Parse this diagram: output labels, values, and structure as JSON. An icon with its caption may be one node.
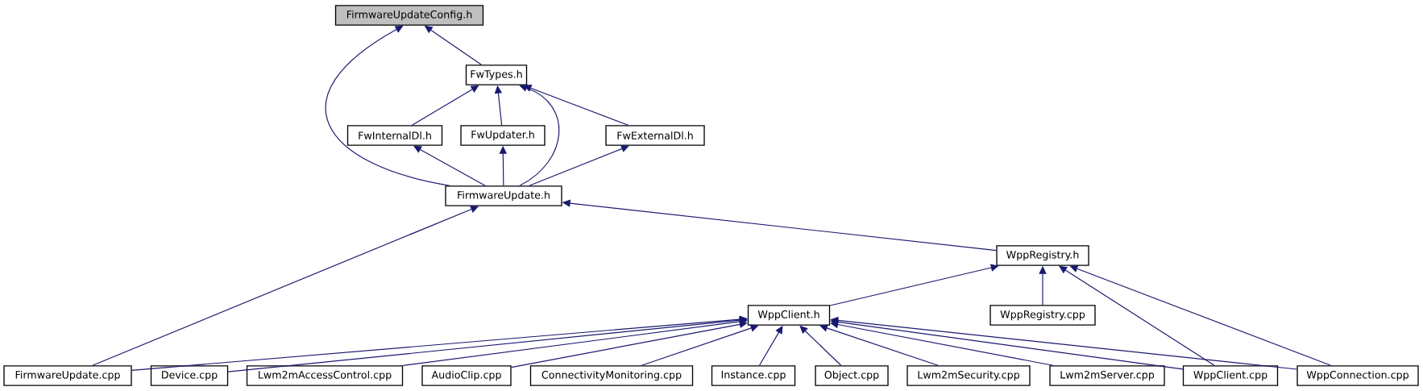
{
  "diagram": {
    "nodes": [
      {
        "text": [
          "FirmwareUpdateConfig.h"
        ]
      },
      {
        "text": [
          "FwTypes.h"
        ]
      },
      {
        "text": [
          "FwInternalDl.h"
        ]
      },
      {
        "text": [
          "FwUpdater.h"
        ]
      },
      {
        "text": [
          "FwExternalDl.h"
        ]
      },
      {
        "text": [
          "FirmwareUpdate.h"
        ]
      },
      {
        "text": [
          "WppRegistry.h"
        ]
      },
      {
        "text": [
          "WppClient.h"
        ]
      },
      {
        "text": [
          "WppRegistry.cpp"
        ]
      },
      {
        "text": [
          "FirmwareUpdate.cpp"
        ]
      },
      {
        "text": [
          "Device.cpp"
        ]
      },
      {
        "text": [
          "Lwm2mAccessControl.cpp"
        ]
      },
      {
        "text": [
          "AudioClip.cpp"
        ]
      },
      {
        "text": [
          "ConnectivityMonitoring.cpp"
        ]
      },
      {
        "text": [
          "Instance.cpp"
        ]
      },
      {
        "text": [
          "Object.cpp"
        ]
      },
      {
        "text": [
          "Lwm2mSecurity.cpp"
        ]
      },
      {
        "text": [
          "Lwm2mServer.cpp"
        ]
      },
      {
        "text": [
          "WppClient.cpp"
        ]
      },
      {
        "text": [
          "WppConnection.cpp"
        ]
      }
    ],
    "edges": [
      {
        "from": 1,
        "to": 0,
        "arrow": "to"
      },
      {
        "from": 5,
        "to": 0,
        "arrow": "to"
      },
      {
        "from": 2,
        "to": 1,
        "arrow": "to"
      },
      {
        "from": 3,
        "to": 1,
        "arrow": "to"
      },
      {
        "from": 4,
        "to": 1,
        "arrow": "to"
      },
      {
        "from": 5,
        "to": 1,
        "arrow": "to"
      },
      {
        "from": 5,
        "to": 2,
        "arrow": "to"
      },
      {
        "from": 5,
        "to": 3,
        "arrow": "to"
      },
      {
        "from": 5,
        "to": 4,
        "arrow": "to"
      },
      {
        "from": 9,
        "to": 5,
        "arrow": "to"
      },
      {
        "from": 6,
        "to": 5,
        "arrow": "to"
      },
      {
        "from": 7,
        "to": 6,
        "arrow": "to"
      },
      {
        "from": 8,
        "to": 6,
        "arrow": "to"
      },
      {
        "from": 18,
        "to": 6,
        "arrow": "to"
      },
      {
        "from": 19,
        "to": 6,
        "arrow": "to"
      },
      {
        "from": 9,
        "to": 7,
        "arrow": "to"
      },
      {
        "from": 10,
        "to": 7,
        "arrow": "to"
      },
      {
        "from": 11,
        "to": 7,
        "arrow": "to"
      },
      {
        "from": 12,
        "to": 7,
        "arrow": "to"
      },
      {
        "from": 13,
        "to": 7,
        "arrow": "to"
      },
      {
        "from": 14,
        "to": 7,
        "arrow": "to"
      },
      {
        "from": 15,
        "to": 7,
        "arrow": "to"
      },
      {
        "from": 16,
        "to": 7,
        "arrow": "to"
      },
      {
        "from": 17,
        "to": 7,
        "arrow": "to"
      },
      {
        "from": 18,
        "to": 7,
        "arrow": "to"
      },
      {
        "from": 19,
        "to": 7,
        "arrow": "to"
      }
    ]
  }
}
